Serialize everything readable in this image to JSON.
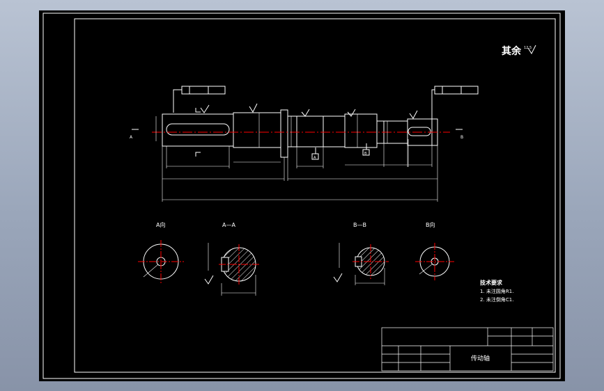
{
  "drawing": {
    "roughness_note": {
      "label": "其余",
      "value": "12.5"
    },
    "part_name": "传动轴",
    "views": {
      "view_a": "A向",
      "section_aa": "A—A",
      "section_bb": "B—B",
      "view_b": "B向"
    },
    "technical_requirements": {
      "title": "技术要求",
      "items": [
        "1. 未注圆角R1.",
        "2. 未注倒角C1."
      ]
    },
    "datum_labels": [
      "A",
      "B"
    ],
    "section_marks": {
      "left": "A",
      "right": "B"
    },
    "colors": {
      "background": "#000000",
      "lines": "#ffffff",
      "centerline": "#ff0000",
      "desktop": "#a0aabb"
    }
  }
}
